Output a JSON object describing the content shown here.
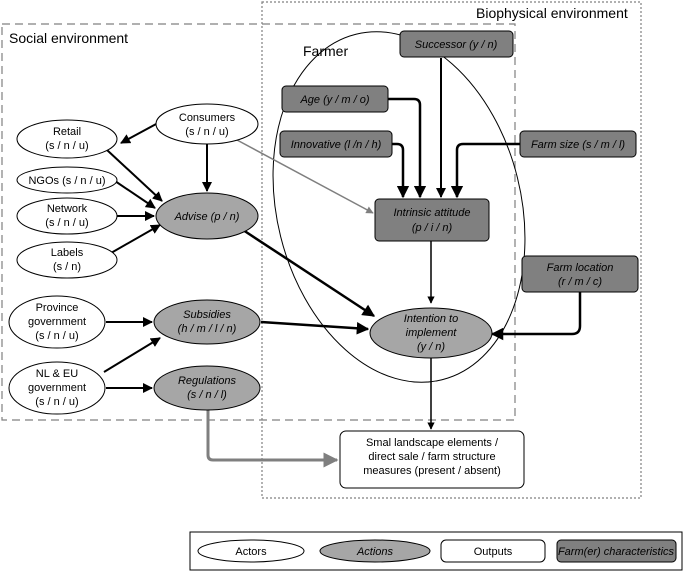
{
  "sections": {
    "social": "Social environment",
    "biophysical": "Biophysical environment",
    "farmer": "Farmer"
  },
  "nodes": {
    "retail": [
      "Retail",
      "(s / n / u)"
    ],
    "consumers": [
      "Consumers",
      "(s / n / u)"
    ],
    "ngos": [
      "NGOs (s / n / u)"
    ],
    "network": [
      "Network",
      "(s / n / u)"
    ],
    "labels": [
      "Labels",
      "(s / n)"
    ],
    "advise": [
      "Advise (p / n)"
    ],
    "province": [
      "Province",
      "government",
      "(s / n / u)"
    ],
    "subsidies": [
      "Subsidies",
      "(h / m / l / n)"
    ],
    "nleu": [
      "NL & EU",
      "government",
      "(s / n / u)"
    ],
    "regulations": [
      "Regulations",
      "(s / n / l)"
    ],
    "successor": [
      "Successor (y / n)"
    ],
    "age": [
      "Age (y / m / o)"
    ],
    "innovative": [
      "Innovative (l /n / h)"
    ],
    "farm_size": [
      "Farm size (s / m / l)"
    ],
    "intrinsic": [
      "Intrinsic attitude",
      "(p / i / n)"
    ],
    "farm_location": [
      "Farm location",
      "(r / m / c)"
    ],
    "intention": [
      "Intention to",
      "implement",
      "(y / n)"
    ],
    "outputs": [
      "Smal landscape elements /",
      "direct sale / farm structure",
      "measures (present / absent)"
    ]
  },
  "legend": {
    "actors": "Actors",
    "actions": "Actions",
    "outputs": "Outputs",
    "farm_characteristics": "Farm(er) characteristics"
  },
  "colors": {
    "action_fill": "#a6a6a6",
    "characteristic_fill": "#808080",
    "border": "#000000",
    "dashed_line": "#808080",
    "arrow": "#000000",
    "grey_arrow": "#7f7f7f"
  }
}
